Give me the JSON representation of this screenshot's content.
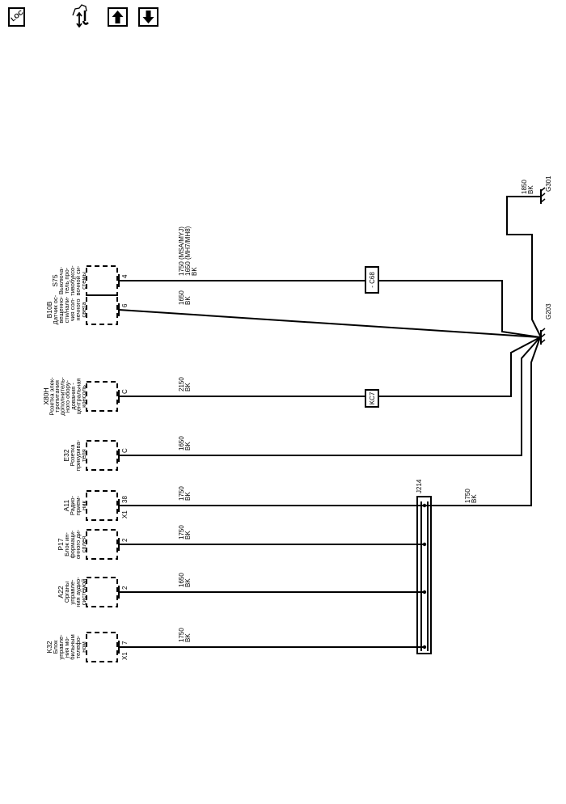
{
  "toolbar": {
    "loc_button": {
      "icon": "loc-icon",
      "label": "LOC"
    },
    "tools_button": {
      "icon": "tools-icon"
    },
    "up_button": {
      "icon": "arrow-up-icon"
    },
    "down_button": {
      "icon": "arrow-down-icon"
    }
  },
  "components": [
    {
      "id": "S75",
      "lines": [
        "S75",
        "Выключа-",
        "тель про-",
        "тивобуксо-",
        "вочной си-",
        "стемы"
      ],
      "pins": [
        "4"
      ],
      "wire": [
        "1750 (MSA/MYJ)",
        "1650 (MH7/MH8)",
        "BK"
      ]
    },
    {
      "id": "B10B",
      "lines": [
        "B10B",
        "Датчик ос-",
        "вещенно-",
        "сти/нали-",
        "чия сол-",
        "нечного",
        "света"
      ],
      "pins": [
        "6"
      ],
      "wire": [
        "1650",
        "BK"
      ]
    },
    {
      "id": "X80H",
      "lines": [
        "X80H",
        "Розетка элек-",
        "тропитания",
        "дополнитель-",
        "ного обору-",
        "дования -",
        "центральная",
        "консоль"
      ],
      "pins": [
        "C"
      ],
      "wire": [
        "2150",
        "BK"
      ]
    },
    {
      "id": "E32",
      "lines": [
        "E32",
        "Розетка",
        "прикурива-",
        "теля"
      ],
      "pins": [
        "C"
      ],
      "wire": [
        "1650",
        "BK"
      ]
    },
    {
      "id": "A11",
      "lines": [
        "A11",
        "Радио-",
        "прием-",
        "ник"
      ],
      "pins": [
        "38",
        "X1"
      ],
      "wire": [
        "1750",
        "BK"
      ]
    },
    {
      "id": "P17",
      "lines": [
        "P17",
        "Блок ин-",
        "формаци-",
        "онного ди-",
        "сплея"
      ],
      "pins": [
        "2"
      ],
      "wire": [
        "1750",
        "BK"
      ]
    },
    {
      "id": "A22",
      "lines": [
        "A22",
        "Органы",
        "управле-",
        "ния аудио-",
        "системой"
      ],
      "pins": [
        "2"
      ],
      "wire": [
        "1650",
        "BK"
      ]
    },
    {
      "id": "K32",
      "lines": [
        "K32",
        "Блок",
        "управле-",
        "ния мо-",
        "бильным",
        "телефо-",
        "ном"
      ],
      "pins": [
        "7",
        "X1"
      ],
      "wire": [
        "1750",
        "BK"
      ]
    }
  ],
  "inline_connectors": {
    "c68": "- C68",
    "kc7": "KC7"
  },
  "splice": {
    "label": "J214",
    "wire": [
      "1750",
      "BK"
    ]
  },
  "grounds": {
    "g203": "G203",
    "g301": "G301",
    "g301_wire": [
      "1850",
      "BK"
    ]
  }
}
